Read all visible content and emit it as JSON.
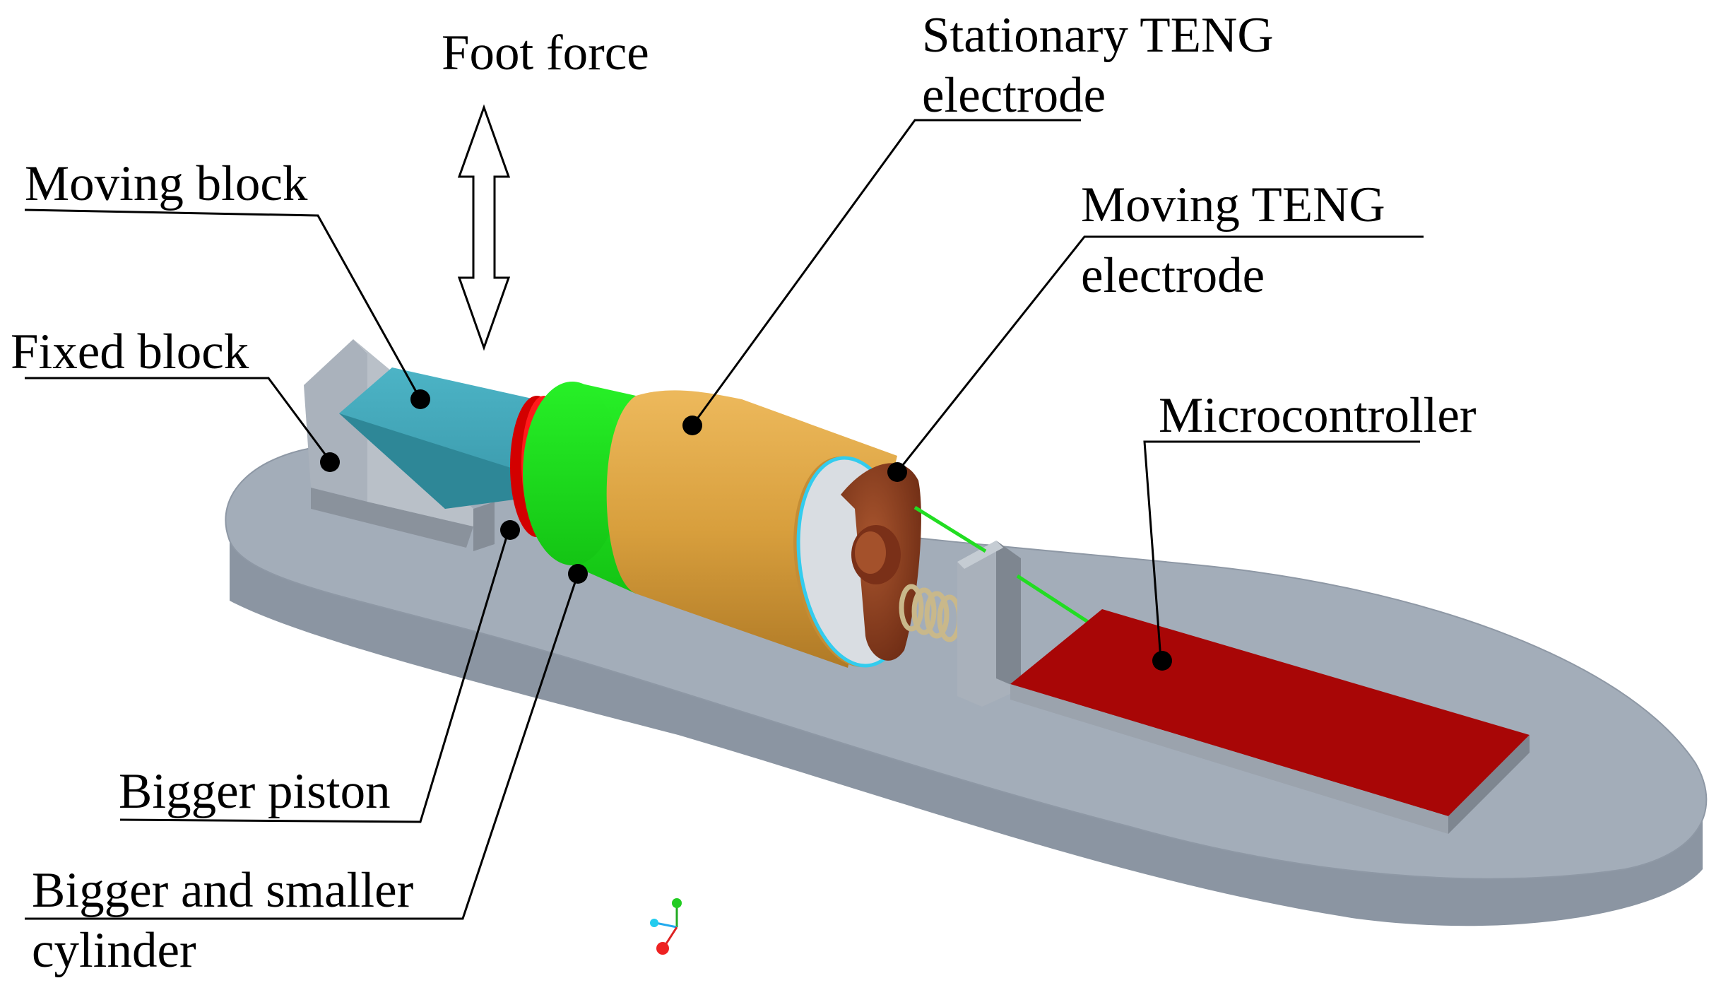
{
  "labels": {
    "foot_force": "Foot force",
    "stationary_line1": "Stationary TENG",
    "stationary_line2": "electrode",
    "moving_block": "Moving block",
    "moving_teng_line1": "Moving TENG",
    "moving_teng_line2": "electrode",
    "fixed_block": "Fixed block",
    "microcontroller": "Microcontroller",
    "bigger_piston": "Bigger piston",
    "cylinder_line1": "Bigger and smaller",
    "cylinder_line2": "cylinder"
  },
  "colors": {
    "insole": "#a3adb9",
    "moving_block": "#3fa6b8",
    "piston": "#ff1a1a",
    "small_cylinder": "#19e619",
    "stationary_electrode": "#e2a746",
    "moving_electrode": "#8a3a1e",
    "microcontroller": "#a80606",
    "wire": "#22dd22",
    "spring": "#c9b88a"
  }
}
